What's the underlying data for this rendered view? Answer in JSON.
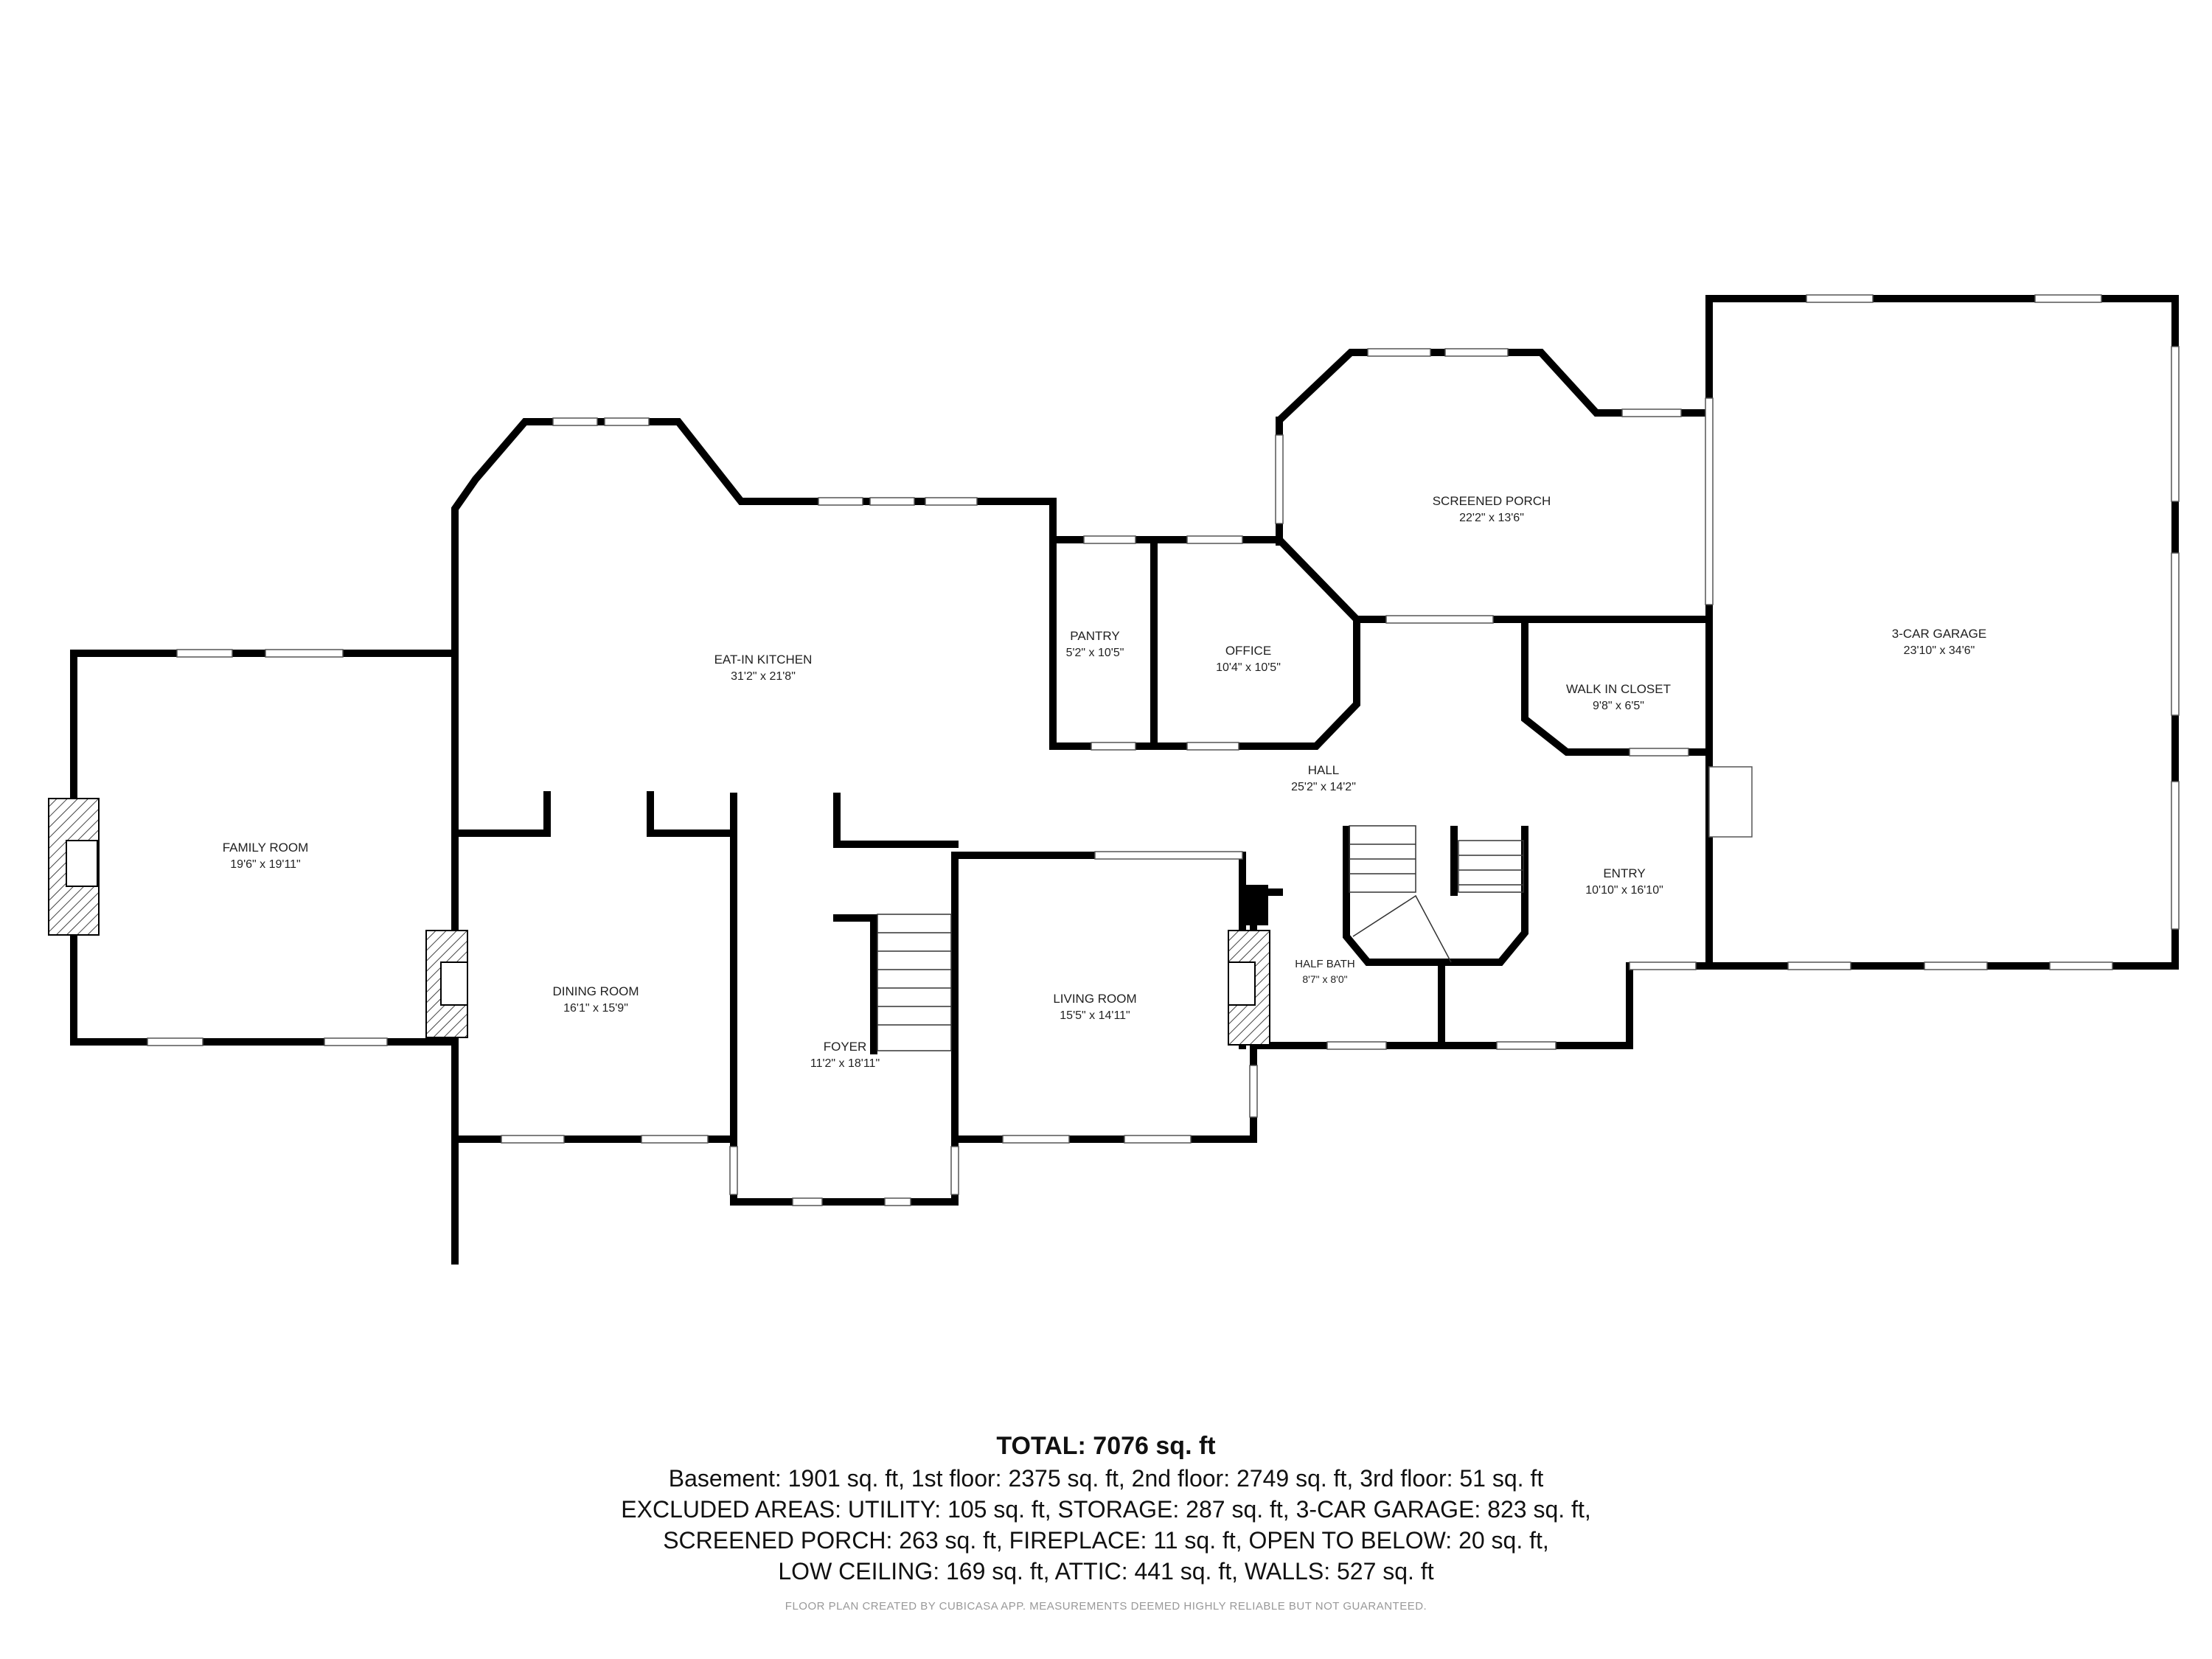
{
  "rooms": {
    "family_room": {
      "name": "FAMILY ROOM",
      "dims": "19'6\" x 19'11\""
    },
    "eat_in_kitchen": {
      "name": "EAT-IN KITCHEN",
      "dims": "31'2\" x 21'8\""
    },
    "pantry": {
      "name": "PANTRY",
      "dims": "5'2\" x 10'5\""
    },
    "office": {
      "name": "OFFICE",
      "dims": "10'4\" x 10'5\""
    },
    "screened_porch": {
      "name": "SCREENED PORCH",
      "dims": "22'2\" x 13'6\""
    },
    "garage": {
      "name": "3-CAR GARAGE",
      "dims": "23'10\" x 34'6\""
    },
    "walk_in_closet": {
      "name": "WALK IN CLOSET",
      "dims": "9'8\" x 6'5\""
    },
    "hall": {
      "name": "HALL",
      "dims": "25'2\" x 14'2\""
    },
    "entry": {
      "name": "ENTRY",
      "dims": "10'10\" x 16'10\""
    },
    "dining_room": {
      "name": "DINING ROOM",
      "dims": "16'1\" x 15'9\""
    },
    "foyer": {
      "name": "FOYER",
      "dims": "11'2\" x 18'11\""
    },
    "living_room": {
      "name": "LIVING ROOM",
      "dims": "15'5\" x 14'11\""
    },
    "half_bath": {
      "name": "HALF BATH",
      "dims": "8'7\" x 8'0\""
    }
  },
  "summary": {
    "total": "TOTAL: 7076 sq. ft",
    "line1": "Basement: 1901 sq. ft, 1st floor: 2375 sq. ft, 2nd floor: 2749 sq. ft, 3rd floor: 51 sq. ft",
    "line2": "EXCLUDED AREAS: UTILITY: 105 sq. ft, STORAGE: 287 sq. ft, 3-CAR GARAGE: 823 sq. ft,",
    "line3": "SCREENED PORCH: 263 sq. ft, FIREPLACE: 11 sq. ft, OPEN TO BELOW: 20 sq. ft,",
    "line4": "LOW CEILING: 169 sq. ft, ATTIC: 441 sq. ft, WALLS: 527 sq. ft",
    "credit": "FLOOR PLAN CREATED BY CUBICASA APP. MEASUREMENTS DEEMED HIGHLY RELIABLE BUT NOT GUARANTEED."
  }
}
